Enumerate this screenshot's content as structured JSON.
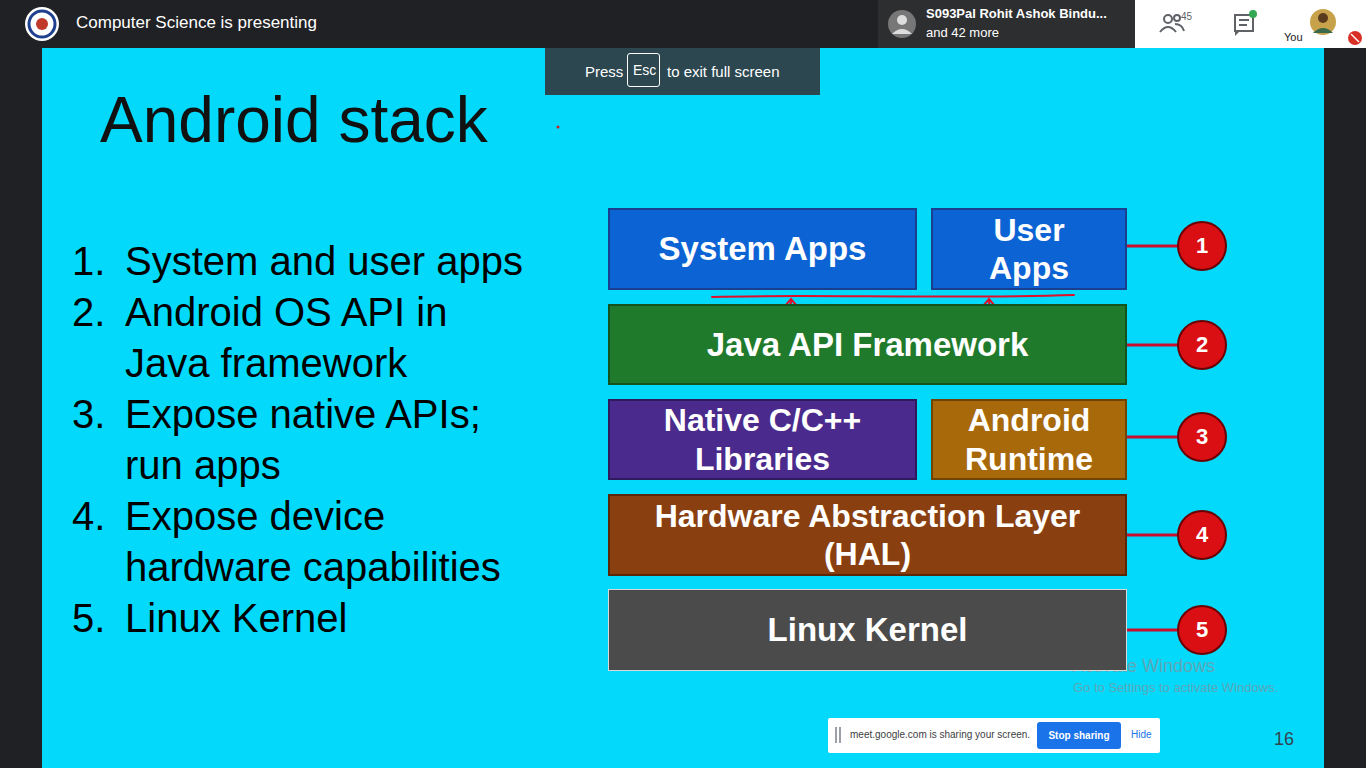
{
  "diagram": {
    "title": "Android stack",
    "nodes": [
      {
        "text": [
          "Press",
          "to exit full screen"
        ]
      },
      {
        "text": [
          "Esc"
        ],
        "in": 0
      },
      {
        "text": [
          "System Apps"
        ]
      },
      {
        "text": [
          "User Apps"
        ]
      },
      {
        "text": [
          "1"
        ]
      },
      {
        "text": [
          "Java API Framework"
        ]
      },
      {
        "text": [
          "2"
        ]
      },
      {
        "text": [
          "Native C/C++ Libraries"
        ]
      },
      {
        "text": [
          "Android Runtime"
        ]
      },
      {
        "text": [
          "3"
        ]
      },
      {
        "text": [
          "Hardware Abstraction Layer (HAL)"
        ]
      },
      {
        "text": [
          "4"
        ]
      },
      {
        "text": [
          "Linux Kernel"
        ]
      },
      {
        "text": [
          "5"
        ]
      },
      {
        "text": [
          "meet.google.com is sharing your screen.",
          "Hide"
        ]
      },
      {
        "text": [
          "Stop sharing"
        ],
        "in": 14
      }
    ],
    "edges": [
      {
        "from": 3,
        "to": 4,
        "arrow": "none"
      },
      {
        "from": 5,
        "to": 6,
        "arrow": "none"
      },
      {
        "from": 8,
        "to": 9,
        "arrow": "none"
      },
      {
        "from": 10,
        "to": 11,
        "arrow": "none"
      },
      {
        "from": 12,
        "to": 13,
        "arrow": "none"
      }
    ],
    "labels": [
      "Computer Science is presenting",
      "S093Pal Rohit Ashok Bindu...",
      "and 42 more",
      "45",
      "You",
      "1.",
      "System and user apps",
      "2.",
      "Android OS API in Java framework",
      "3.",
      "Expose native APIs; run apps",
      "4.",
      "Expose device hardware capabilities",
      "5.",
      "Linux Kernel",
      "Activate Windows",
      "Go to Settings to activate Windows.",
      "16"
    ]
  }
}
